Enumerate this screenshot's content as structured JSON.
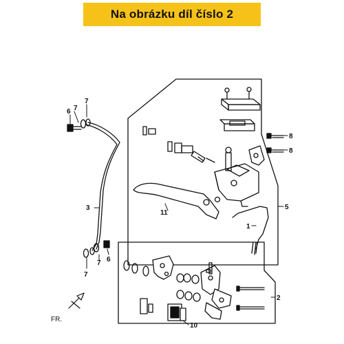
{
  "banner": {
    "text": "Na obrázku díl číslo 2"
  },
  "callouts": {
    "c1": "1",
    "c2": "2",
    "c3": "3",
    "c5": "5",
    "c6a": "6",
    "c6b": "6",
    "c7a": "7",
    "c7b": "7",
    "c7c": "7",
    "c7d": "7",
    "c8a": "8",
    "c8b": "8",
    "c10": "10",
    "c11": "11"
  },
  "direction": {
    "label": "FR."
  }
}
